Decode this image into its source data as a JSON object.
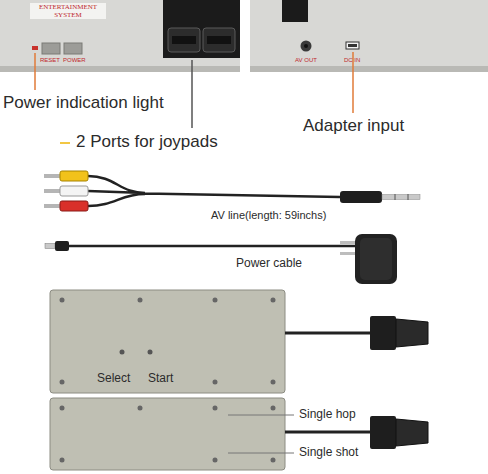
{
  "diagram": {
    "nodes": [
      {
        "text": [
          "ENTERTAINMENT SYSTEM",
          "RESET",
          "POWER"
        ]
      },
      {
        "text": [
          "AV OUT",
          "DC IN"
        ]
      },
      {
        "text": [
          "Select",
          "Start"
        ]
      }
    ],
    "labels": [
      "Power indication light",
      "2 Ports for joypads",
      "Adapter input",
      "AV line(length: 59inchs)",
      "Power cable",
      "Single hop",
      "Single shot"
    ]
  }
}
